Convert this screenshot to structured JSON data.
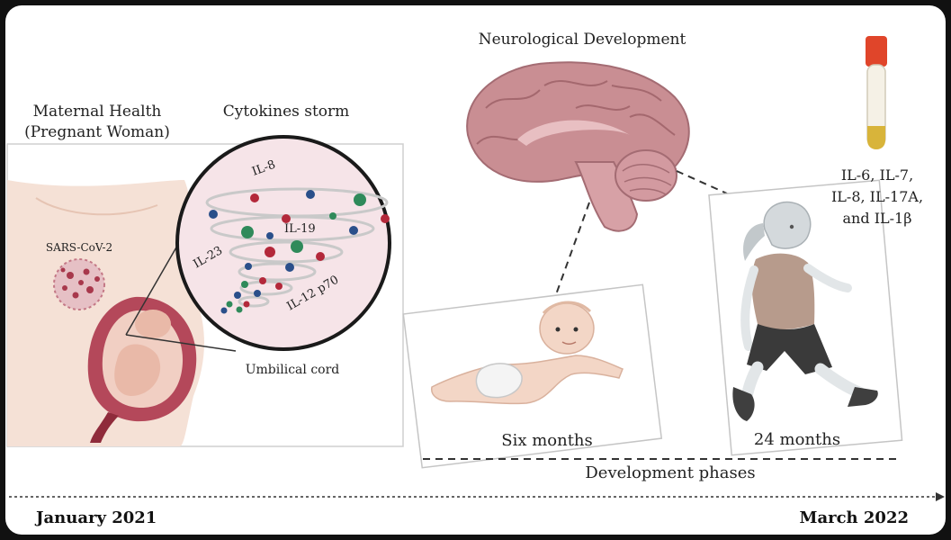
{
  "headings": {
    "maternal_line1": "Maternal Health",
    "maternal_line2": "(Pregnant Woman)",
    "cytokines": "Cytokines storm",
    "neuro": "Neurological Development"
  },
  "labels": {
    "sars": "SARS-CoV-2",
    "umbilical": "Umbilical cord",
    "il8": "IL-8",
    "il19": "IL-19",
    "il23": "IL-23",
    "il12": "IL-12 p70"
  },
  "milestones": {
    "six_months": "Six months",
    "twenty_four_months": "24 months",
    "phases": "Development phases"
  },
  "biomarkers": {
    "line1": "IL-6, IL-7,",
    "line2": "IL-8, IL-17A,",
    "line3": "and IL-1β"
  },
  "timeline": {
    "start": "January 2021",
    "end": "March 2022"
  },
  "colors": {
    "red_dot": "#b3283a",
    "green_dot": "#2f8a5a",
    "blue_dot": "#2a4f8a",
    "brain": "#c98e93",
    "uterus": "#b4485a",
    "skin": "#f3d6c6",
    "tube_cap": "#e0452a",
    "tube_fluid": "#d8b43a"
  }
}
